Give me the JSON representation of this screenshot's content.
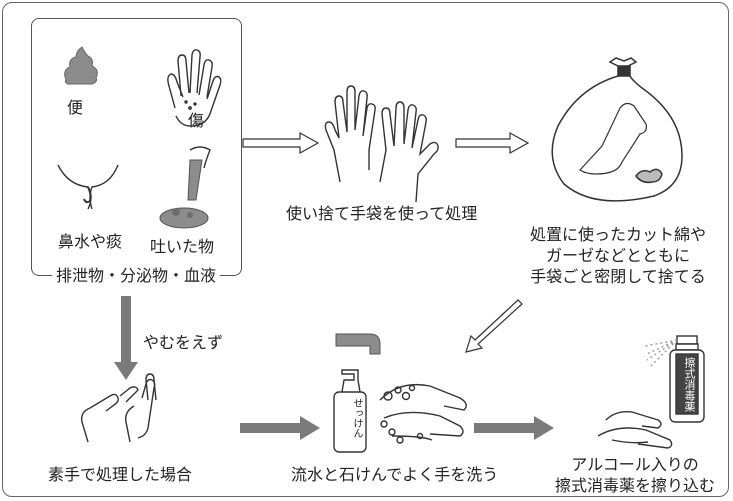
{
  "labels": {
    "stool": "便",
    "wound": "傷",
    "nasal": "鼻水や痰",
    "vomit": "吐いた物",
    "group_caption": "排泄物・分泌物・血液",
    "gloves": "使い捨て手袋を使って処理",
    "bag_line1": "処置に使ったカット綿や",
    "bag_line2": "ガーゼなどとともに",
    "bag_line3": "手袋ごと密閉して捨てる",
    "unavoidable": "やむをえず",
    "bare_hands": "素手で処理した場合",
    "wash": "流水と石けんでよく手を洗う",
    "alcohol_line1": "アルコール入りの",
    "alcohol_line2": "擦式消毒薬を擦り込む",
    "soap_bottle": "せっけん",
    "sanitizer_bottle": "擦式消毒薬"
  },
  "colors": {
    "line": "#333333",
    "gray_arrow": "#7a7a7a",
    "fill_gray": "#8c8c8c"
  }
}
